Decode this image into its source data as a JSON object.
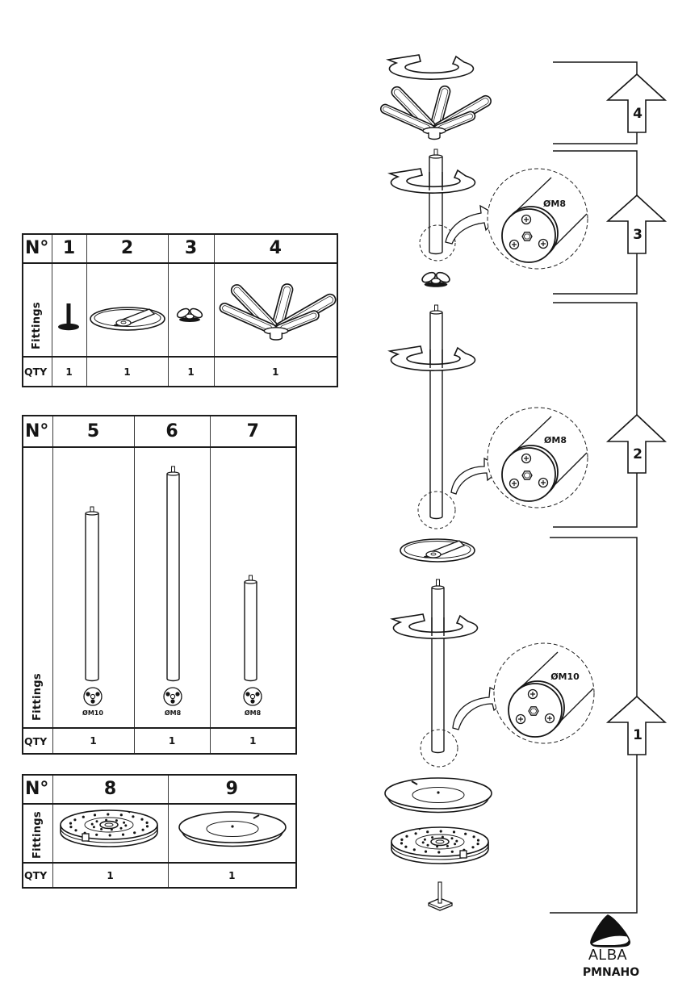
{
  "parts_tables": [
    {
      "header_label": "N°",
      "fittings_label": "Fittings",
      "qty_label": "QTY",
      "items": [
        {
          "number": "1",
          "icon": "foot-icon",
          "qty": "1"
        },
        {
          "number": "2",
          "icon": "plate-icon",
          "qty": "1"
        },
        {
          "number": "3",
          "icon": "wing-nut-icon",
          "qty": "1"
        },
        {
          "number": "4",
          "icon": "coat-hook-icon",
          "qty": "1"
        }
      ]
    },
    {
      "header_label": "N°",
      "fittings_label": "Fittings",
      "qty_label": "QTY",
      "items": [
        {
          "number": "5",
          "icon": "pole-icon",
          "thread": "ØM10",
          "qty": "1"
        },
        {
          "number": "6",
          "icon": "pole-icon",
          "thread": "ØM8",
          "qty": "1"
        },
        {
          "number": "7",
          "icon": "pole-icon",
          "thread": "ØM8",
          "qty": "1"
        }
      ]
    },
    {
      "header_label": "N°",
      "fittings_label": "Fittings",
      "qty_label": "QTY",
      "items": [
        {
          "number": "8",
          "icon": "base-icon",
          "qty": "1"
        },
        {
          "number": "9",
          "icon": "base-cover-icon",
          "qty": "1"
        }
      ]
    }
  ],
  "assembly": {
    "steps": [
      {
        "number": "4"
      },
      {
        "number": "3"
      },
      {
        "number": "2"
      },
      {
        "number": "1"
      }
    ],
    "details": [
      {
        "thread": "ØM8"
      },
      {
        "thread": "ØM8"
      },
      {
        "thread": "ØM10"
      }
    ],
    "rotation_icon": "rotate-icon"
  },
  "logo": {
    "brand": "ALBA",
    "model": "PMNAHO"
  }
}
